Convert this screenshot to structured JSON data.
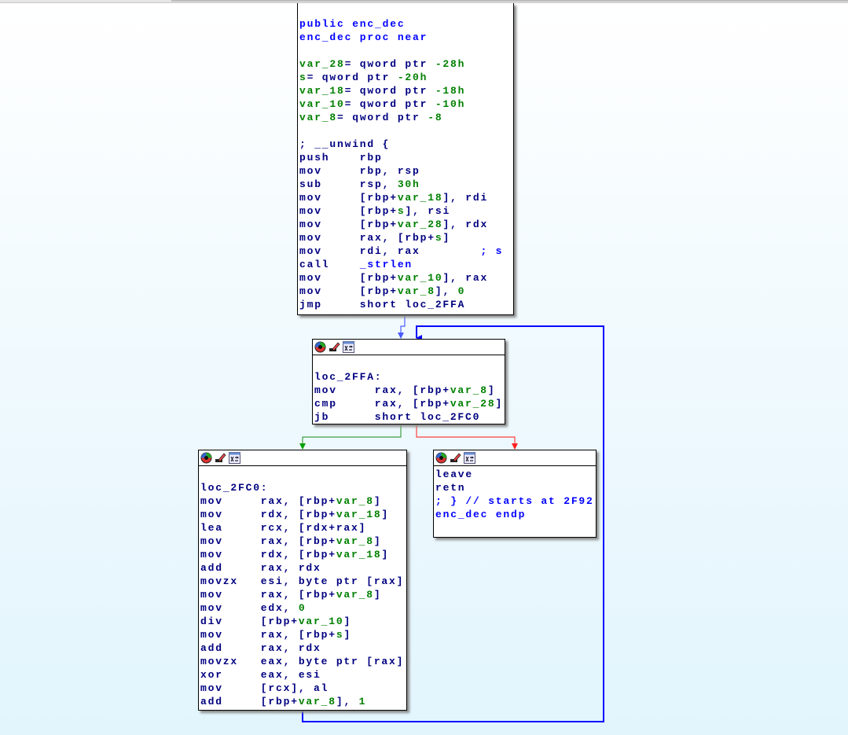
{
  "colors": {
    "navy": "#000080",
    "blue": "#0000ff",
    "green": "#008000",
    "edge_true": "#00a000",
    "edge_false": "#ff2020",
    "edge_jump": "#0000ff"
  },
  "nodes": [
    {
      "id": "enc-dec-entry",
      "header": false,
      "lines": [
        [
          [
            "public enc_dec",
            "b"
          ]
        ],
        [
          [
            "enc_dec proc near",
            "b"
          ]
        ],
        [],
        [
          [
            "var_28",
            "g"
          ],
          [
            "= qword ptr ",
            "k"
          ],
          [
            "-28h",
            "g"
          ]
        ],
        [
          [
            "s",
            "g"
          ],
          [
            "= qword ptr ",
            "k"
          ],
          [
            "-20h",
            "g"
          ]
        ],
        [
          [
            "var_18",
            "g"
          ],
          [
            "= qword ptr ",
            "k"
          ],
          [
            "-18h",
            "g"
          ]
        ],
        [
          [
            "var_10",
            "g"
          ],
          [
            "= qword ptr ",
            "k"
          ],
          [
            "-10h",
            "g"
          ]
        ],
        [
          [
            "var_8",
            "g"
          ],
          [
            "= qword ptr ",
            "k"
          ],
          [
            "-8",
            "g"
          ]
        ],
        [],
        [
          [
            "; __unwind {",
            "k"
          ]
        ],
        [
          [
            "push    rbp",
            "k"
          ]
        ],
        [
          [
            "mov     rbp, rsp",
            "k"
          ]
        ],
        [
          [
            "sub     rsp, ",
            "k"
          ],
          [
            "30h",
            "g"
          ]
        ],
        [
          [
            "mov     [rbp+",
            "k"
          ],
          [
            "var_18",
            "g"
          ],
          [
            "], rdi",
            "k"
          ]
        ],
        [
          [
            "mov     [rbp+",
            "k"
          ],
          [
            "s",
            "g"
          ],
          [
            "], rsi",
            "k"
          ]
        ],
        [
          [
            "mov     [rbp+",
            "k"
          ],
          [
            "var_28",
            "g"
          ],
          [
            "], rdx",
            "k"
          ]
        ],
        [
          [
            "mov     rax, [rbp+",
            "k"
          ],
          [
            "s",
            "g"
          ],
          [
            "]",
            "k"
          ]
        ],
        [
          [
            "mov     rdi, rax        ",
            "k"
          ],
          [
            "; s",
            "b"
          ]
        ],
        [
          [
            "call    ",
            "k"
          ],
          [
            "_strlen",
            "b"
          ]
        ],
        [
          [
            "mov     [rbp+",
            "k"
          ],
          [
            "var_10",
            "g"
          ],
          [
            "], rax",
            "k"
          ]
        ],
        [
          [
            "mov     [rbp+",
            "k"
          ],
          [
            "var_8",
            "g"
          ],
          [
            "], ",
            "k"
          ],
          [
            "0",
            "g"
          ]
        ],
        [
          [
            "jmp     short loc_2FFA",
            "k"
          ]
        ]
      ]
    },
    {
      "id": "loc-2ffa",
      "header": true,
      "lines": [
        [],
        [
          [
            "loc_2FFA:",
            "k"
          ]
        ],
        [
          [
            "mov     rax, [rbp+",
            "k"
          ],
          [
            "var_8",
            "g"
          ],
          [
            "]",
            "k"
          ]
        ],
        [
          [
            "cmp     rax, [rbp+",
            "k"
          ],
          [
            "var_28",
            "g"
          ],
          [
            "]",
            "k"
          ]
        ],
        [
          [
            "jb      short loc_2FC0",
            "k"
          ]
        ]
      ]
    },
    {
      "id": "loc-2fc0",
      "header": true,
      "lines": [
        [],
        [
          [
            "loc_2FC0:",
            "k"
          ]
        ],
        [
          [
            "mov     rax, [rbp+",
            "k"
          ],
          [
            "var_8",
            "g"
          ],
          [
            "]",
            "k"
          ]
        ],
        [
          [
            "mov     rdx, [rbp+",
            "k"
          ],
          [
            "var_18",
            "g"
          ],
          [
            "]",
            "k"
          ]
        ],
        [
          [
            "lea     rcx, [rdx+rax]",
            "k"
          ]
        ],
        [
          [
            "mov     rax, [rbp+",
            "k"
          ],
          [
            "var_8",
            "g"
          ],
          [
            "]",
            "k"
          ]
        ],
        [
          [
            "mov     rdx, [rbp+",
            "k"
          ],
          [
            "var_18",
            "g"
          ],
          [
            "]",
            "k"
          ]
        ],
        [
          [
            "add     rax, rdx",
            "k"
          ]
        ],
        [
          [
            "movzx   esi, byte ptr [rax]",
            "k"
          ]
        ],
        [
          [
            "mov     rax, [rbp+",
            "k"
          ],
          [
            "var_8",
            "g"
          ],
          [
            "]",
            "k"
          ]
        ],
        [
          [
            "mov     edx, ",
            "k"
          ],
          [
            "0",
            "g"
          ]
        ],
        [
          [
            "div     [rbp+",
            "k"
          ],
          [
            "var_10",
            "g"
          ],
          [
            "]",
            "k"
          ]
        ],
        [
          [
            "mov     rax, [rbp+",
            "k"
          ],
          [
            "s",
            "g"
          ],
          [
            "]",
            "k"
          ]
        ],
        [
          [
            "add     rax, rdx",
            "k"
          ]
        ],
        [
          [
            "movzx   eax, byte ptr [rax]",
            "k"
          ]
        ],
        [
          [
            "xor     eax, esi",
            "k"
          ]
        ],
        [
          [
            "mov     [rcx], al",
            "k"
          ]
        ],
        [
          [
            "add     [rbp+",
            "k"
          ],
          [
            "var_8",
            "g"
          ],
          [
            "], ",
            "k"
          ],
          [
            "1",
            "g"
          ]
        ]
      ]
    },
    {
      "id": "enc-dec-exit",
      "header": true,
      "lines": [
        [
          [
            "leave",
            "k"
          ]
        ],
        [
          [
            "retn",
            "k"
          ]
        ],
        [
          [
            "; } // starts at 2F92",
            "b"
          ]
        ],
        [
          [
            "enc_dec endp",
            "b"
          ]
        ],
        []
      ]
    }
  ]
}
